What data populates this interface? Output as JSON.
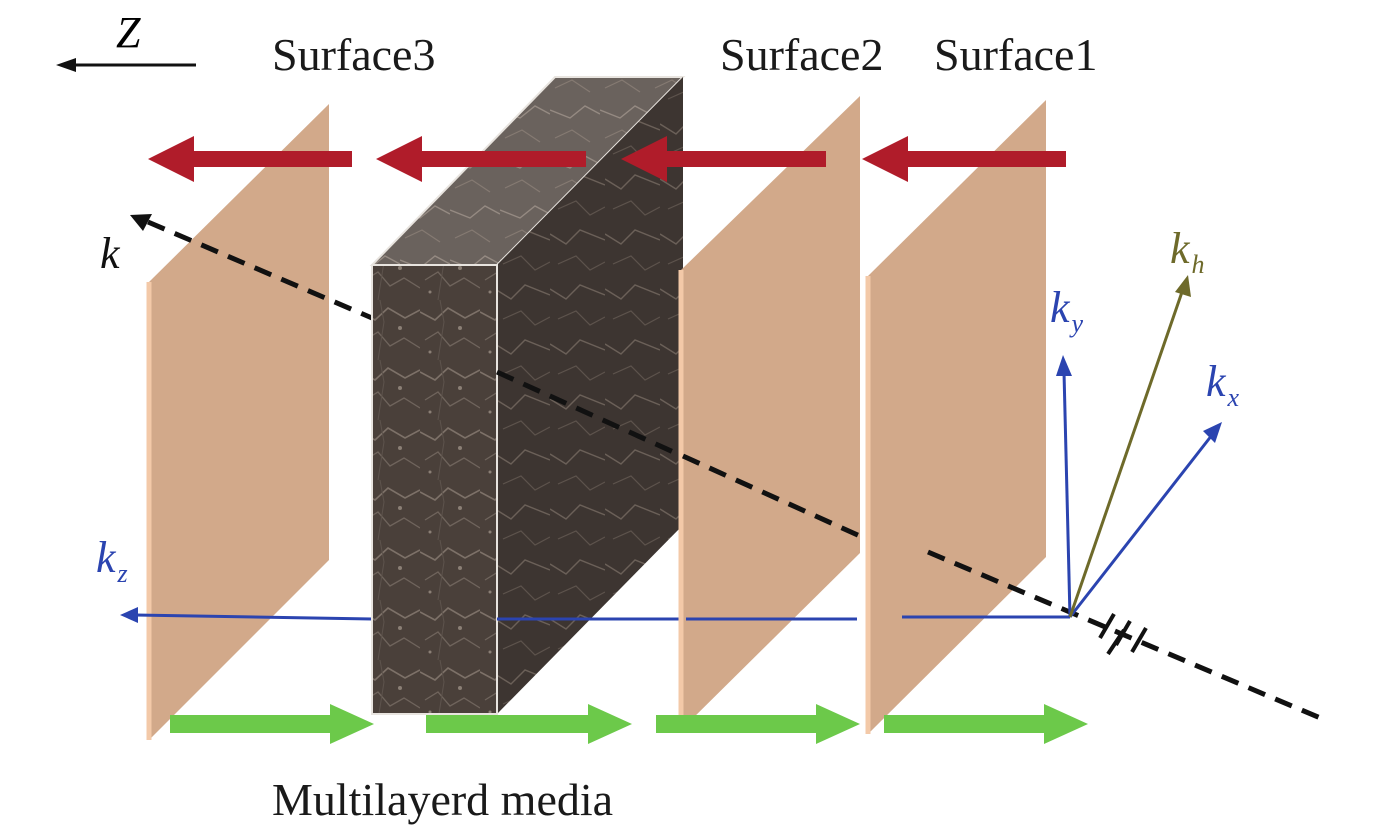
{
  "axis": {
    "label": "Z"
  },
  "surfaces": {
    "surface3": "Surface3",
    "surface2": "Surface2",
    "surface1": "Surface1"
  },
  "caption": "Multilayerd media",
  "vectors": {
    "k": {
      "base": "k",
      "sub": ""
    },
    "kh": {
      "base": "k",
      "sub": "h"
    },
    "ky": {
      "base": "k",
      "sub": "y"
    },
    "kx": {
      "base": "k",
      "sub": "x"
    },
    "kz": {
      "base": "k",
      "sub": "z"
    }
  },
  "colors": {
    "panel": "#d2a98a",
    "panel_edge": "#f3c9a8",
    "red_arrow": "#b01c2a",
    "green_arrow": "#6cc94a",
    "blue": "#2b44b0",
    "olive": "#6e6a2a",
    "slab_front": "#4a403a",
    "slab_side": "#3d3531",
    "slab_top": "#6a625d"
  },
  "icons": {
    "slab": "textured-slab-icon",
    "panels": "plane-panel-icon"
  }
}
